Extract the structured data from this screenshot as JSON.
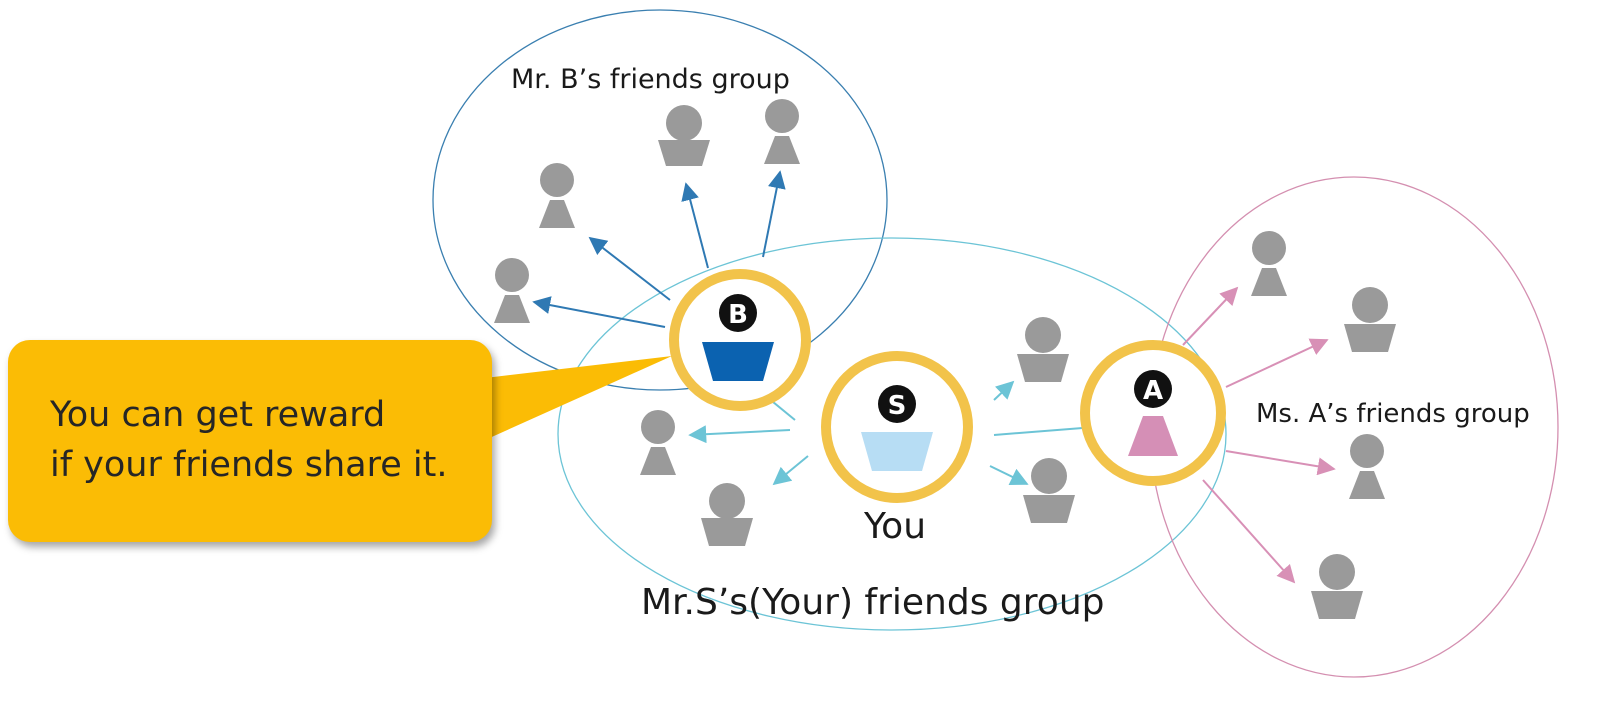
{
  "diagram": {
    "groups": {
      "b_group_label": "Mr. B’s friends group",
      "s_group_label": "Mr.S’s(Your) friends group",
      "a_group_label": "Ms. A’s friends group"
    },
    "nodes": {
      "b_badge": "B",
      "s_badge": "S",
      "a_badge": "A",
      "you_label": "You"
    },
    "callout": {
      "line1": "You can get reward",
      "line2": "if your friends share it."
    },
    "colors": {
      "b_group_outline": "#3A7FB0",
      "s_group_outline": "#6CC4D6",
      "a_group_outline": "#D48FB0",
      "highlight_ring": "#F2C34A",
      "b_person": "#0B62B0",
      "s_person": "#B7DDF4",
      "a_person": "#D58FB6",
      "friend_person": "#9A9A9A",
      "callout_fill": "#FBBC05"
    }
  }
}
